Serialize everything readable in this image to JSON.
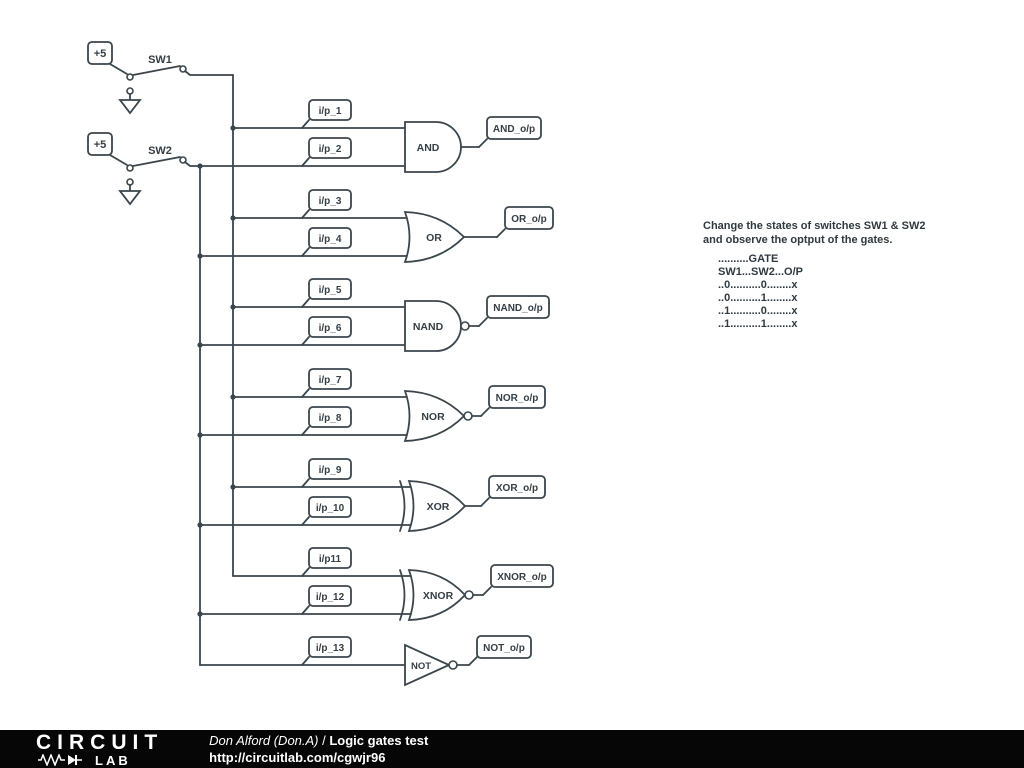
{
  "schematic": {
    "switches": [
      {
        "source": "+5",
        "label": "SW1"
      },
      {
        "source": "+5",
        "label": "SW2"
      }
    ],
    "gates": [
      {
        "name": "AND",
        "inputs": [
          "i/p_1",
          "i/p_2"
        ],
        "output": "AND_o/p"
      },
      {
        "name": "OR",
        "inputs": [
          "i/p_3",
          "i/p_4"
        ],
        "output": "OR_o/p"
      },
      {
        "name": "NAND",
        "inputs": [
          "i/p_5",
          "i/p_6"
        ],
        "output": "NAND_o/p"
      },
      {
        "name": "NOR",
        "inputs": [
          "i/p_7",
          "i/p_8"
        ],
        "output": "NOR_o/p"
      },
      {
        "name": "XOR",
        "inputs": [
          "i/p_9",
          "i/p_10"
        ],
        "output": "XOR_o/p"
      },
      {
        "name": "XNOR",
        "inputs": [
          "i/p11",
          "i/p_12"
        ],
        "output": "XNOR_o/p"
      },
      {
        "name": "NOT",
        "inputs": [
          "i/p_13"
        ],
        "output": "NOT_o/p"
      }
    ],
    "note": {
      "line1": "Change the states of switches SW1 & SW2",
      "line2": "and observe the optput of the gates.",
      "table": [
        "..........GATE",
        "SW1...SW2...O/P",
        "..0..........0........x",
        "..0..........1........x",
        "..1..........0........x",
        "..1..........1........x"
      ]
    }
  },
  "footer": {
    "logo_line1": "CIRCUIT",
    "logo_line2": "LAB",
    "author": "Don Alford (Don.A)",
    "separator": " / ",
    "title": "Logic gates test",
    "url": "http://circuitlab.com/cgwjr96"
  },
  "colors": {
    "schematic": "#3a454c",
    "footer_bg": "#060606",
    "footer_text": "#ffffff"
  }
}
